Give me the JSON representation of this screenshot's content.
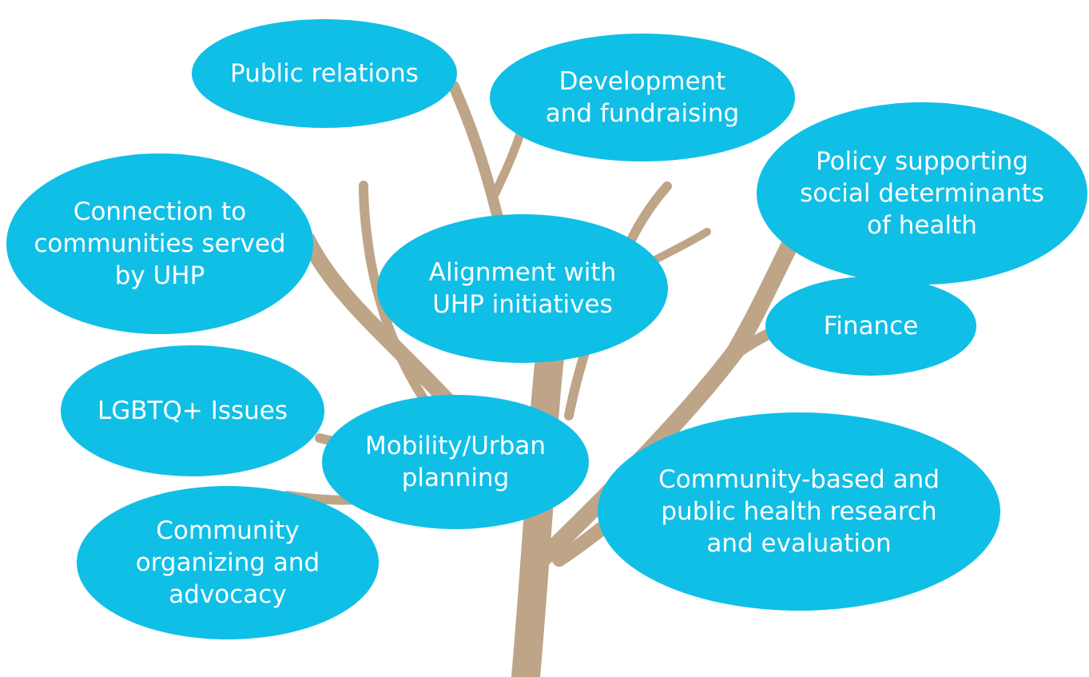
{
  "colors": {
    "bubble_fill": "#10bfe6",
    "bubble_text": "#ffffff",
    "tree_branch": "#bea588",
    "background": "#ffffff"
  },
  "bubbles": {
    "public_relations": "Public relations",
    "development": "Development\nand fundraising",
    "policy": "Policy supporting\nsocial determinants\nof health",
    "connection": "Connection to\ncommunities served\nby UHP",
    "alignment": "Alignment with\nUHP initiatives",
    "finance": "Finance",
    "lgbtq": "LGBTQ+ Issues",
    "mobility": "Mobility/Urban\nplanning",
    "research": "Community-based and\npublic health research\nand evaluation",
    "organizing": "Community\norganizing and\nadvocacy"
  }
}
